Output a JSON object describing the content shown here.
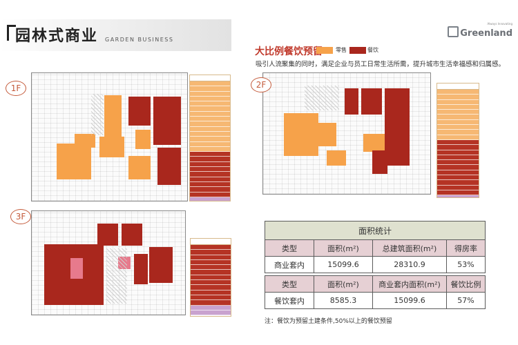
{
  "header": {
    "title": "园林式商业",
    "subtitle": "GARDEN BUSINESS",
    "brand_tag": "Always Innovating",
    "brand_name": "Greenland"
  },
  "section": {
    "title": "大比例餐饮预留",
    "description": "吸引人流聚集的同时，满足企业与员工日常生活所需，提升城市生活幸福感和归属感。",
    "legend": [
      {
        "label": "零售",
        "color": "#f6a24a"
      },
      {
        "label": "餐饮",
        "color": "#a9271d"
      }
    ]
  },
  "floors": [
    {
      "label": "1F"
    },
    {
      "label": "2F"
    },
    {
      "label": "3F"
    }
  ],
  "area_stats": {
    "caption": "面积统计",
    "headers": [
      "类型",
      "面积(m²)",
      "总建筑面积(m²)",
      "得房率"
    ],
    "row": [
      "商业套内",
      "15099.6",
      "28310.9",
      "53%"
    ]
  },
  "dining_stats": {
    "headers": [
      "类型",
      "面积(m²)",
      "商业套内面积(m²)",
      "餐饮比例"
    ],
    "row": [
      "餐饮套内",
      "8585.3",
      "15099.6",
      "57%"
    ]
  },
  "footnote": "注：餐饮为预留土建条件,50%以上的餐饮预留",
  "colors": {
    "retail": "#f6a24a",
    "dining": "#a9271d",
    "accent": "#c0392b",
    "table_caption_bg": "#dfe1cf",
    "table_header_bg": "#e6d0d4"
  }
}
